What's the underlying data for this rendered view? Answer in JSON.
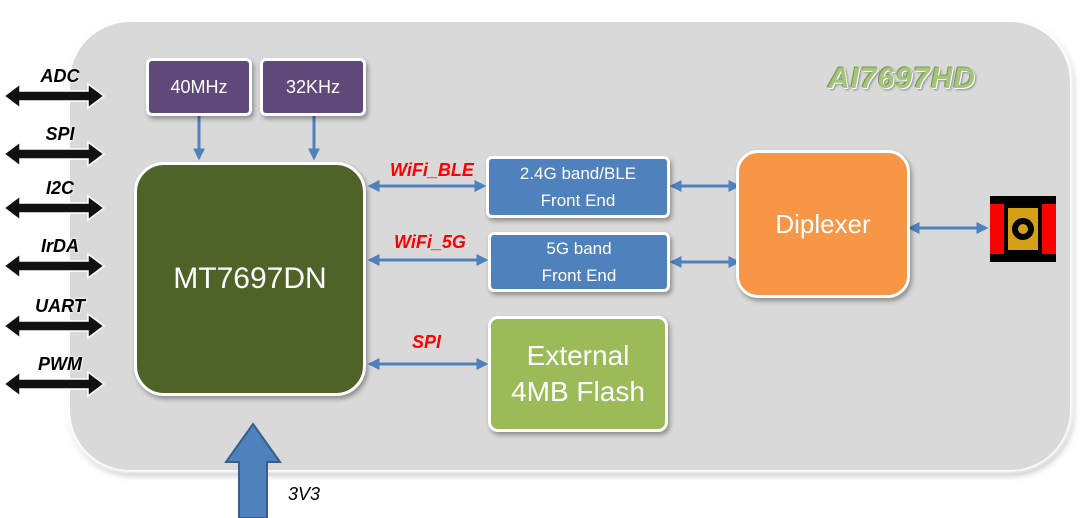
{
  "title": "AI7697HD",
  "oscillators": [
    {
      "label": "40MHz"
    },
    {
      "label": "32KHz"
    }
  ],
  "mcu": {
    "label": "MT7697DN"
  },
  "front_ends": [
    {
      "line1": "2.4G band/BLE",
      "line2": "Front End"
    },
    {
      "line1": "5G band",
      "line2": "Front End"
    }
  ],
  "flash": {
    "line1": "External",
    "line2": "4MB Flash"
  },
  "diplexer": {
    "label": "Diplexer"
  },
  "bus_labels": {
    "wifi_ble": "WiFi_BLE",
    "wifi_5g": "WiFi_5G",
    "spi": "SPI"
  },
  "interfaces": [
    "ADC",
    "SPI",
    "I2C",
    "IrDA",
    "UART",
    "PWM"
  ],
  "power": {
    "label": "3V3"
  },
  "colors": {
    "oscillator": "#60497a",
    "mcu": "#4f6228",
    "front_end": "#4f81bd",
    "flash": "#9bbb59",
    "diplexer": "#f79646",
    "arrow": "#4f81bd",
    "bus_label": "#ff0000",
    "title": "#a3c67a"
  }
}
